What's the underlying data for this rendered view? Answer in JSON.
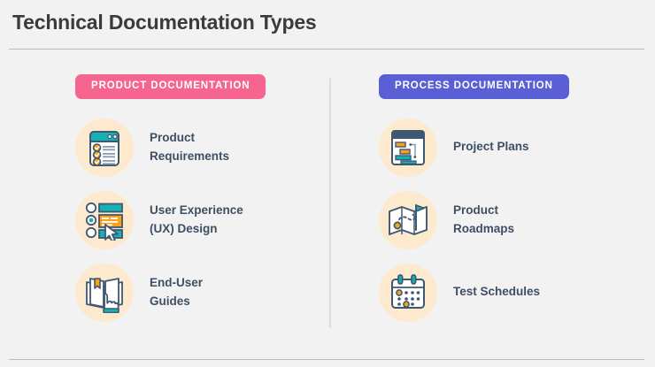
{
  "page": {
    "title": "Technical Documentation Types",
    "background_color": "#f1f2f1"
  },
  "colors": {
    "pink_badge": "#f5658f",
    "purple_badge": "#5b5fd6",
    "icon_circle": "#fdeace",
    "label_text": "#3e4f64",
    "title_text": "#3b3b3b",
    "divider": "#d5dde8",
    "teal": "#17b0b4",
    "orange": "#f9a11b",
    "navy": "#3e5872"
  },
  "columns": [
    {
      "id": "product-documentation",
      "badge_label": "PRODUCT DOCUMENTATION",
      "badge_color": "pink",
      "items": [
        {
          "icon": "checklist-document-icon",
          "label": "Product\nRequirements"
        },
        {
          "icon": "radio-form-cursor-icon",
          "label": "User Experience\n(UX) Design"
        },
        {
          "icon": "open-book-hand-icon",
          "label": "End-User\nGuides"
        }
      ]
    },
    {
      "id": "process-documentation",
      "badge_label": "PROCESS DOCUMENTATION",
      "badge_color": "purple",
      "items": [
        {
          "icon": "gantt-chart-icon",
          "label": "Project Plans"
        },
        {
          "icon": "map-flag-route-icon",
          "label": "Product\nRoadmaps"
        },
        {
          "icon": "calendar-icon",
          "label": "Test Schedules"
        }
      ]
    }
  ]
}
